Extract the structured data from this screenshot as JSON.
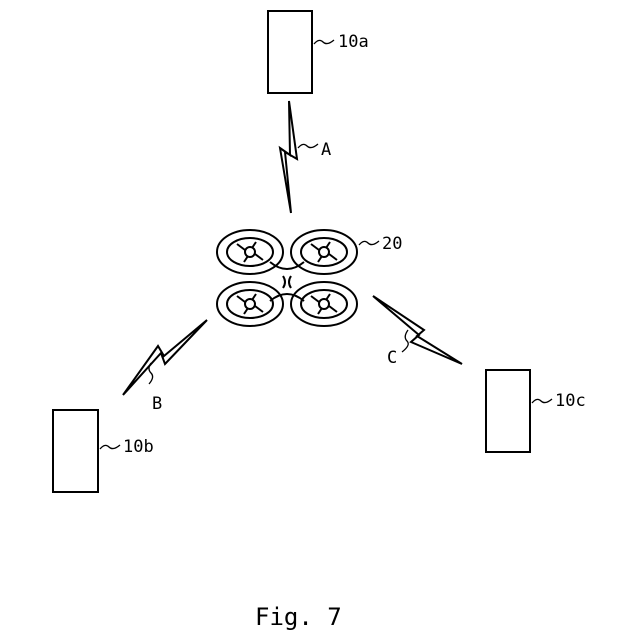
{
  "figure": {
    "caption": "Fig. 7"
  },
  "terminals": [
    {
      "id": "10a",
      "label": "10a"
    },
    {
      "id": "10b",
      "label": "10b"
    },
    {
      "id": "10c",
      "label": "10c"
    }
  ],
  "drone": {
    "label": "20",
    "icon": "quadcopter-drone-icon"
  },
  "links": [
    {
      "id": "A",
      "label": "A",
      "icon": "lightning-signal-icon"
    },
    {
      "id": "B",
      "label": "B",
      "icon": "lightning-signal-icon"
    },
    {
      "id": "C",
      "label": "C",
      "icon": "lightning-signal-icon"
    }
  ],
  "colors": {
    "line": "#000000",
    "background": "#ffffff"
  }
}
